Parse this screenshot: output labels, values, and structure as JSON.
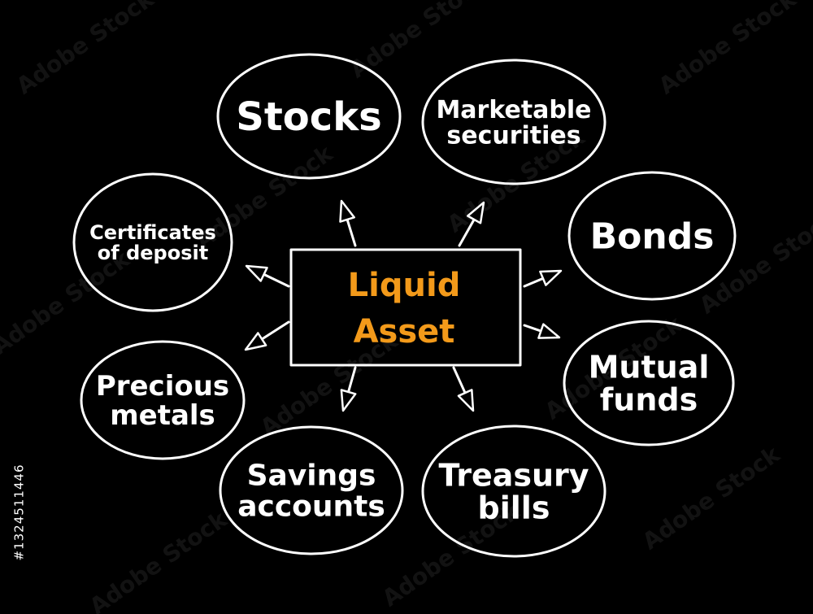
{
  "center": {
    "lines": [
      "Liquid",
      "Asset"
    ],
    "color": "#f39a1a"
  },
  "nodes": [
    {
      "id": "stocks",
      "lines": [
        "Stocks"
      ]
    },
    {
      "id": "marketable-securities",
      "lines": [
        "Marketable",
        "securities"
      ]
    },
    {
      "id": "bonds",
      "lines": [
        "Bonds"
      ]
    },
    {
      "id": "mutual-funds",
      "lines": [
        "Mutual",
        "funds"
      ]
    },
    {
      "id": "treasury-bills",
      "lines": [
        "Treasury",
        "bills"
      ]
    },
    {
      "id": "savings-accounts",
      "lines": [
        "Savings",
        "accounts"
      ]
    },
    {
      "id": "precious-metals",
      "lines": [
        "Precious",
        "metals"
      ]
    },
    {
      "id": "certificates-of-deposit",
      "lines": [
        "Certificates",
        "of deposit"
      ]
    }
  ],
  "watermark": {
    "text": "Adobe Stock"
  },
  "image_id": "#1324511446",
  "colors": {
    "background": "#000000",
    "stroke": "#ffffff",
    "accent": "#f39a1a"
  }
}
